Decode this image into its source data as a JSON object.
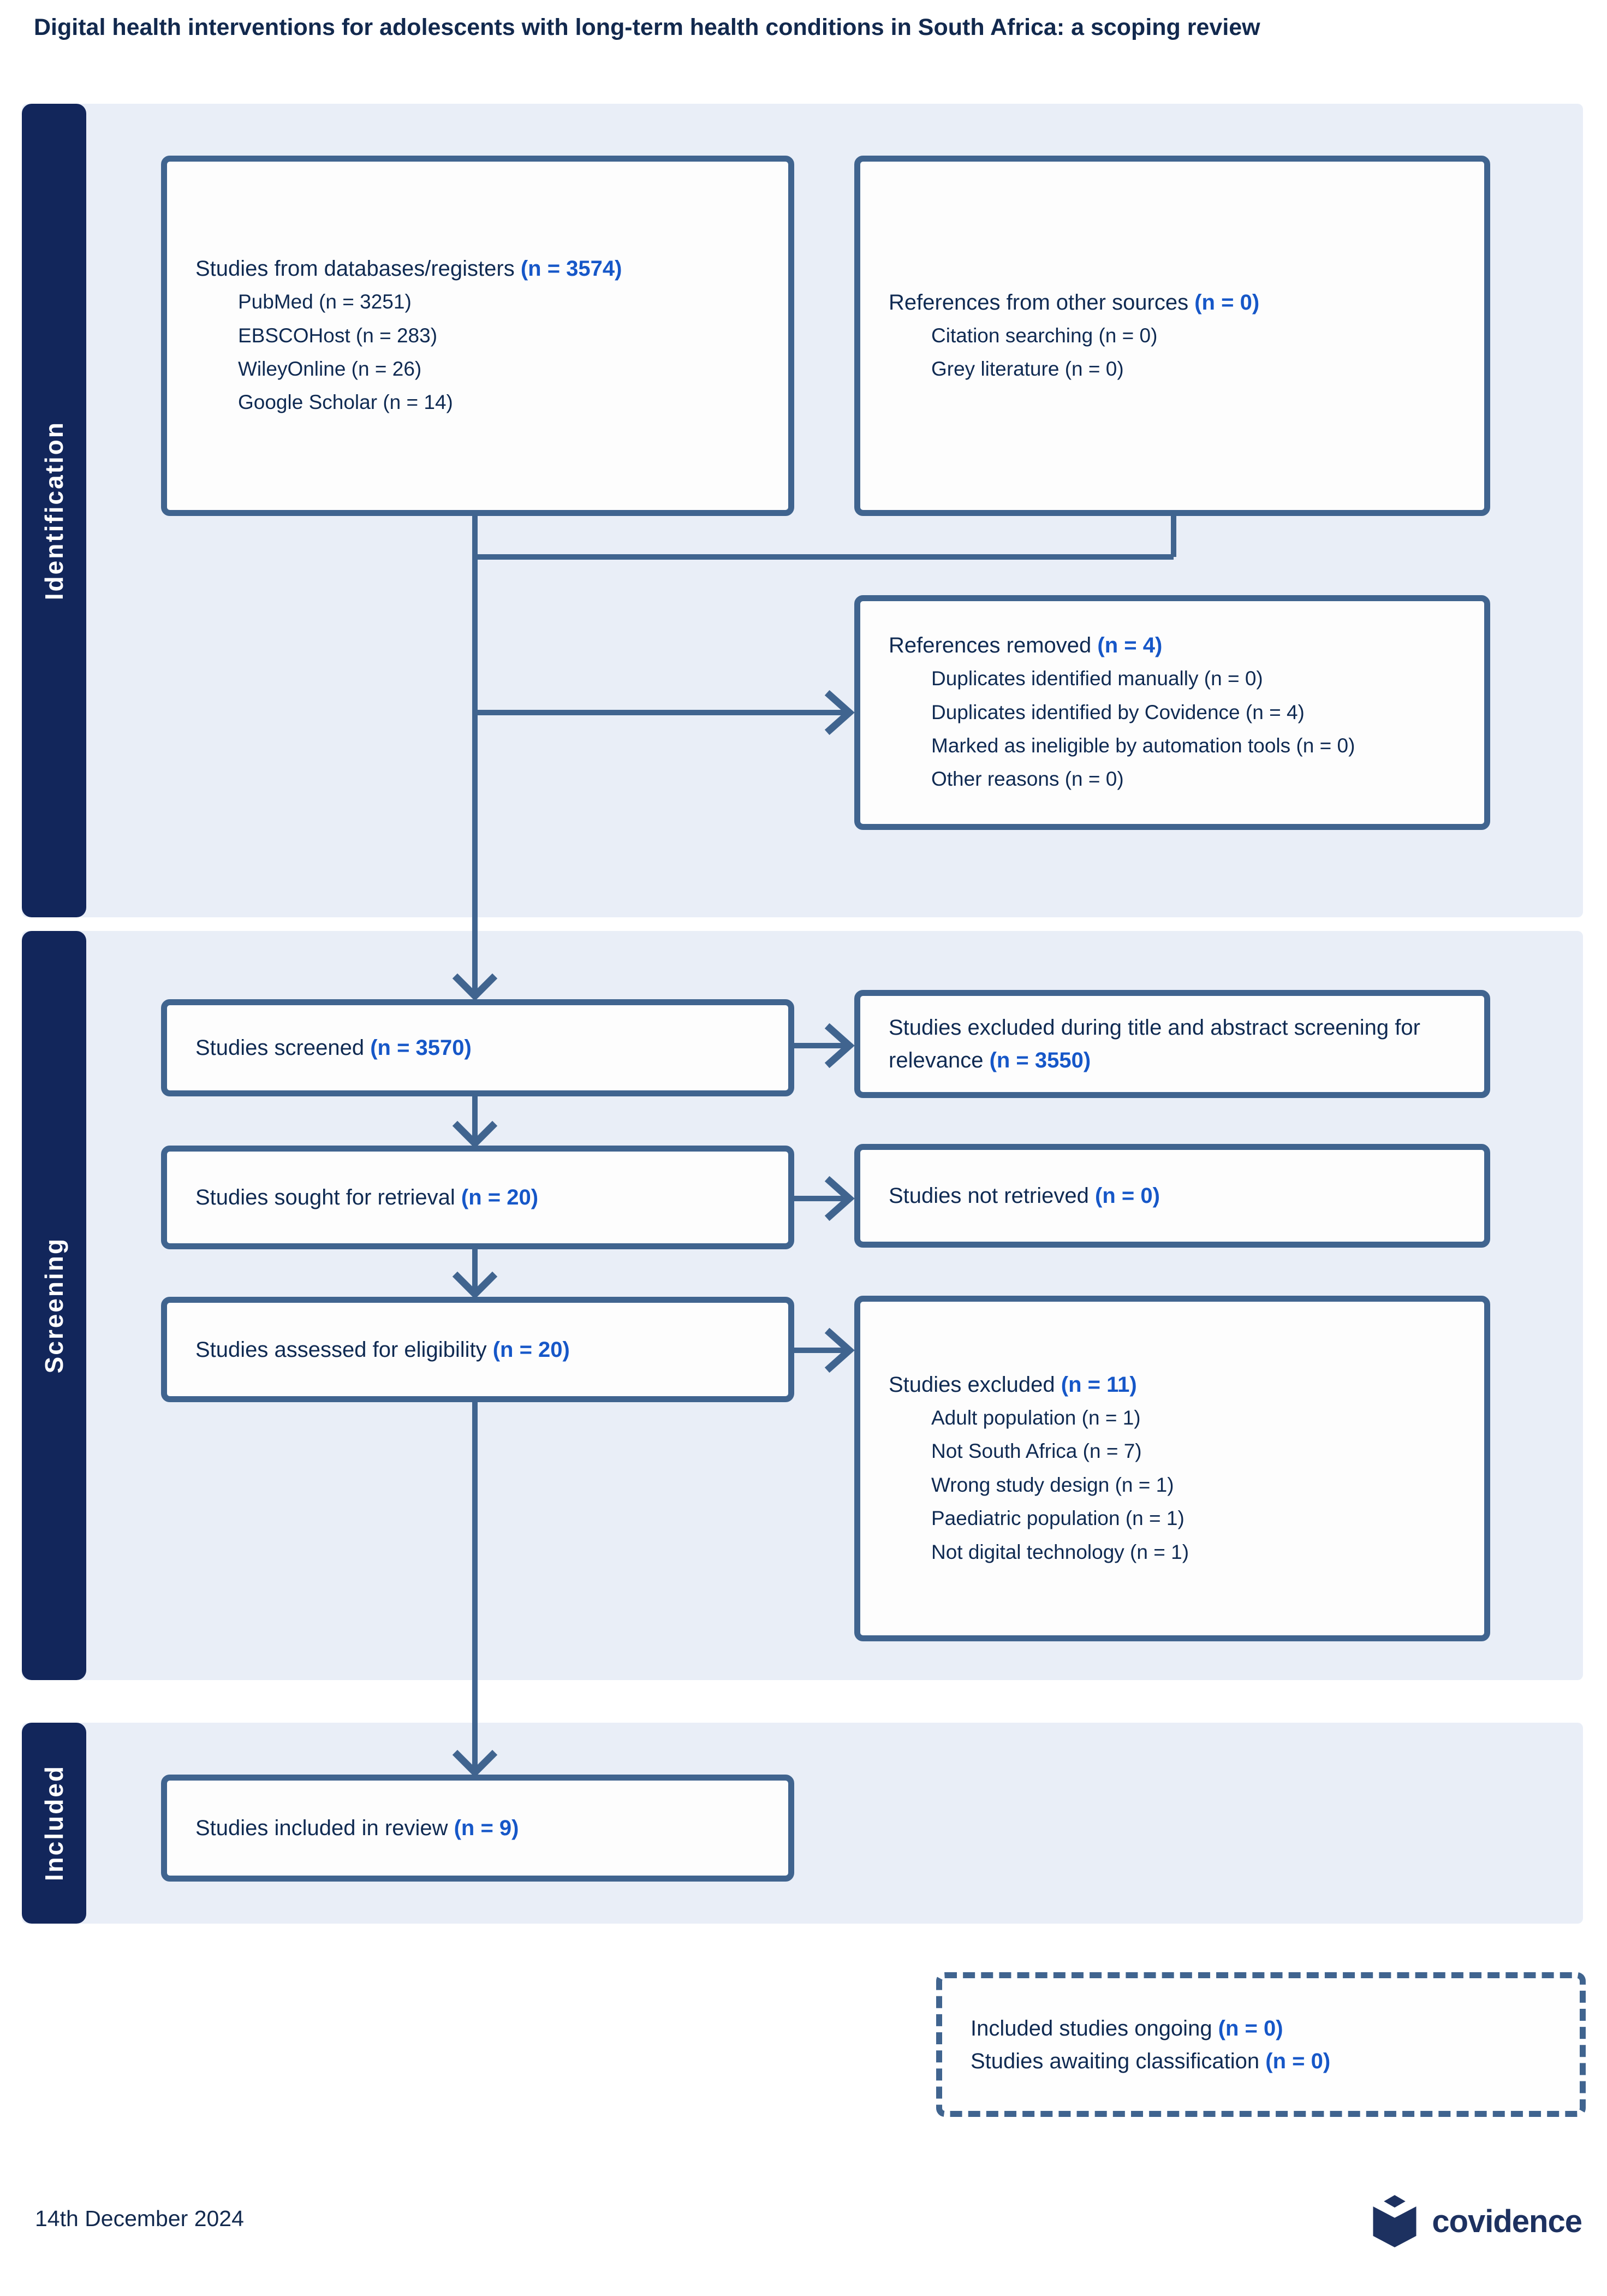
{
  "title": "Digital health interventions for adolescents with long-term health conditions in South Africa: a scoping review",
  "sections": {
    "identification": {
      "label": "Identification"
    },
    "screening": {
      "label": "Screening"
    },
    "included": {
      "label": "Included"
    }
  },
  "boxes": {
    "db_sources": {
      "label": "Studies from databases/registers ",
      "count": "(n = 3574)",
      "items": [
        "PubMed (n = 3251)",
        "EBSCOHost (n = 283)",
        "WileyOnline (n = 26)",
        "Google Scholar (n = 14)"
      ]
    },
    "other_sources": {
      "label": "References from other sources ",
      "count": "(n = 0)",
      "items": [
        "Citation searching (n = 0)",
        "Grey literature (n = 0)"
      ]
    },
    "references_removed": {
      "label": "References removed ",
      "count": "(n = 4)",
      "items": [
        "Duplicates identified manually (n = 0)",
        "Duplicates identified by Covidence (n = 4)",
        "Marked as ineligible by automation tools (n = 0)",
        "Other reasons (n = 0)"
      ]
    },
    "screened": {
      "label": "Studies screened ",
      "count": "(n = 3570)"
    },
    "excluded_title_abstract": {
      "label": "Studies excluded during title and abstract screening for relevance ",
      "count": "(n = 3550)"
    },
    "sought_retrieval": {
      "label": "Studies sought for retrieval ",
      "count": "(n = 20)"
    },
    "not_retrieved": {
      "label": "Studies not retrieved ",
      "count": "(n = 0)"
    },
    "assessed_eligibility": {
      "label": "Studies assessed for eligibility ",
      "count": "(n = 20)"
    },
    "excluded": {
      "label": "Studies excluded ",
      "count": "(n = 11)",
      "items": [
        "Adult population (n = 1)",
        "Not South Africa (n = 7)",
        "Wrong study design (n = 1)",
        "Paediatric population (n = 1)",
        "Not digital technology (n = 1)"
      ]
    },
    "included_review": {
      "label": "Studies included in review ",
      "count": "(n = 9)"
    },
    "ongoing": {
      "line1_label": "Included studies ongoing ",
      "line1_count": "(n = 0)",
      "line2_label": "Studies awaiting classification ",
      "line2_count": "(n = 0)"
    }
  },
  "footer": {
    "date": "14th December 2024",
    "logo_text": "covidence"
  },
  "colors": {
    "dark_navy_text": "#0f2a52",
    "accent_blue_count": "#1657c8",
    "steel_blue_lines": "#40648f",
    "panel_blue": "#e9eef7",
    "sidebar_navy": "#12265b",
    "logo_navy": "#1d3160"
  }
}
